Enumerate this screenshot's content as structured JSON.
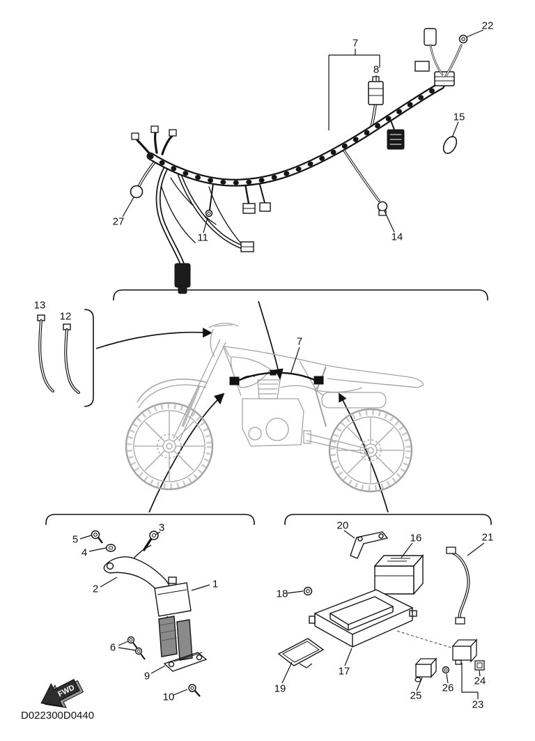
{
  "diagram_code": "D022300D0440",
  "fwd_label": "FWD",
  "callouts": {
    "c1": "1",
    "c2": "2",
    "c3": "3",
    "c4": "4",
    "c5": "5",
    "c6": "6",
    "c7": "7",
    "c8": "8",
    "c9": "9",
    "c10": "10",
    "c11": "11",
    "c12": "12",
    "c13": "13",
    "c14": "14",
    "c15": "15",
    "c16": "16",
    "c17": "17",
    "c18": "18",
    "c19": "19",
    "c20": "20",
    "c21": "21",
    "c22": "22",
    "c23": "23",
    "c24": "24",
    "c25": "25",
    "c26": "26",
    "c27": "27"
  }
}
